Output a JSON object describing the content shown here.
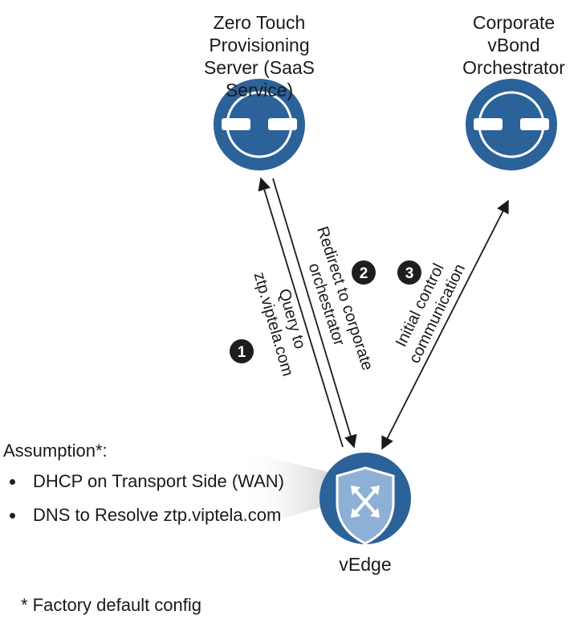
{
  "nodes": {
    "ztp": {
      "label_line1": "Zero Touch Provisioning",
      "label_line2": "Server (SaaS Service)",
      "icon": "orchestrator-icon"
    },
    "vbond": {
      "label_line1": "Corporate vBond",
      "label_line2": "Orchestrator",
      "icon": "orchestrator-icon"
    },
    "vedge": {
      "label": "vEdge",
      "icon": "router-shield-icon"
    }
  },
  "steps": [
    {
      "number": "1",
      "label_line1": "Query to",
      "label_line2": "ztp.viptela.com"
    },
    {
      "number": "2",
      "label_line1": "Redirect to corporate",
      "label_line2": "orchestrator"
    },
    {
      "number": "3",
      "label_line1": "Initial control",
      "label_line2": "communication"
    }
  ],
  "assumption": {
    "title": "Assumption*:",
    "items": [
      "DHCP on Transport Side (WAN)",
      "DNS to Resolve ztp.viptela.com"
    ]
  },
  "footnote": "* Factory default config",
  "colors": {
    "node_fill": "#2b6299",
    "node_ring": "#ffffff",
    "badge": "#1e1e1e",
    "arrow": "#1a1a1a"
  }
}
